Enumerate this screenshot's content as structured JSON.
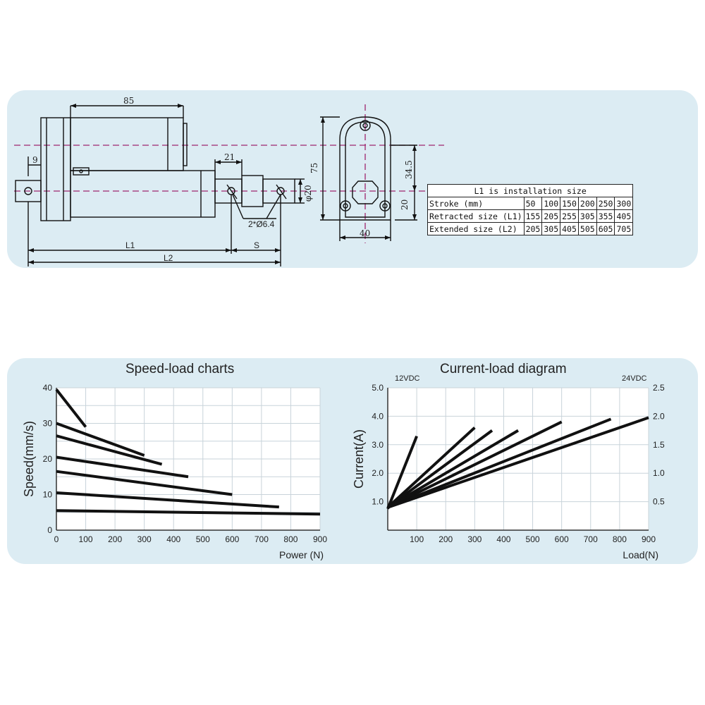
{
  "drawing": {
    "dims": {
      "d85": "85",
      "d9": "9",
      "d21": "21",
      "d75": "75",
      "phi20": "φ20",
      "d34_5": "34.5",
      "d20": "20",
      "d40": "40",
      "holes": "2*Ø6.4",
      "L1": "L1",
      "L2": "L2",
      "S": "S"
    },
    "table": {
      "caption": "L1 is installation size",
      "rows": [
        {
          "label": "Stroke (mm)",
          "values": [
            "50",
            "100",
            "150",
            "200",
            "250",
            "300"
          ]
        },
        {
          "label": "Retracted size (L1)",
          "values": [
            "155",
            "205",
            "255",
            "305",
            "355",
            "405"
          ]
        },
        {
          "label": "Extended size (L2)",
          "values": [
            "205",
            "305",
            "405",
            "505",
            "605",
            "705"
          ]
        }
      ]
    },
    "colors": {
      "centerline": "#a0266e",
      "panel": "#dcecf3",
      "ink": "#111111"
    }
  },
  "chart_data": [
    {
      "type": "line",
      "title": "Speed-load charts",
      "xlabel": "Power (N)",
      "ylabel": "Speed(mm/s)",
      "xlim": [
        0,
        900
      ],
      "ylim": [
        0,
        40
      ],
      "xticks": [
        "0",
        "100",
        "200",
        "300",
        "400",
        "500",
        "600",
        "700",
        "800",
        "900"
      ],
      "yticks": [
        "0",
        "10",
        "20",
        "30",
        "40"
      ],
      "grid": true,
      "series": [
        {
          "x": [
            0,
            100
          ],
          "y": [
            39.5,
            29
          ]
        },
        {
          "x": [
            0,
            300
          ],
          "y": [
            30,
            21
          ]
        },
        {
          "x": [
            0,
            360
          ],
          "y": [
            26.5,
            18.5
          ]
        },
        {
          "x": [
            0,
            450
          ],
          "y": [
            20.5,
            15
          ]
        },
        {
          "x": [
            0,
            600
          ],
          "y": [
            16.5,
            10
          ]
        },
        {
          "x": [
            0,
            760
          ],
          "y": [
            10.5,
            6.5
          ]
        },
        {
          "x": [
            0,
            900
          ],
          "y": [
            5.5,
            4.5
          ]
        }
      ]
    },
    {
      "type": "line",
      "title": "Current-load diagram",
      "xlabel": "Load(N)",
      "ylabel": "Current(A)",
      "left_axis_label": "12VDC",
      "right_axis_label": "24VDC",
      "xlim": [
        0,
        900
      ],
      "ylim": [
        0,
        5.0
      ],
      "y2lim": [
        0,
        2.5
      ],
      "xticks": [
        "100",
        "200",
        "300",
        "400",
        "500",
        "600",
        "700",
        "800",
        "900"
      ],
      "yticks": [
        "1.0",
        "2.0",
        "3.0",
        "4.0",
        "5.0"
      ],
      "y2ticks": [
        "0.5",
        "1.0",
        "1.5",
        "2.0",
        "2.5"
      ],
      "grid": true,
      "series": [
        {
          "x": [
            0,
            100
          ],
          "y": [
            0.75,
            3.3
          ]
        },
        {
          "x": [
            0,
            300
          ],
          "y": [
            0.8,
            3.6
          ]
        },
        {
          "x": [
            0,
            360
          ],
          "y": [
            0.8,
            3.5
          ]
        },
        {
          "x": [
            0,
            450
          ],
          "y": [
            0.8,
            3.5
          ]
        },
        {
          "x": [
            0,
            600
          ],
          "y": [
            0.8,
            3.8
          ]
        },
        {
          "x": [
            0,
            770
          ],
          "y": [
            0.8,
            3.9
          ]
        },
        {
          "x": [
            0,
            900
          ],
          "y": [
            0.8,
            3.95
          ]
        }
      ]
    }
  ]
}
